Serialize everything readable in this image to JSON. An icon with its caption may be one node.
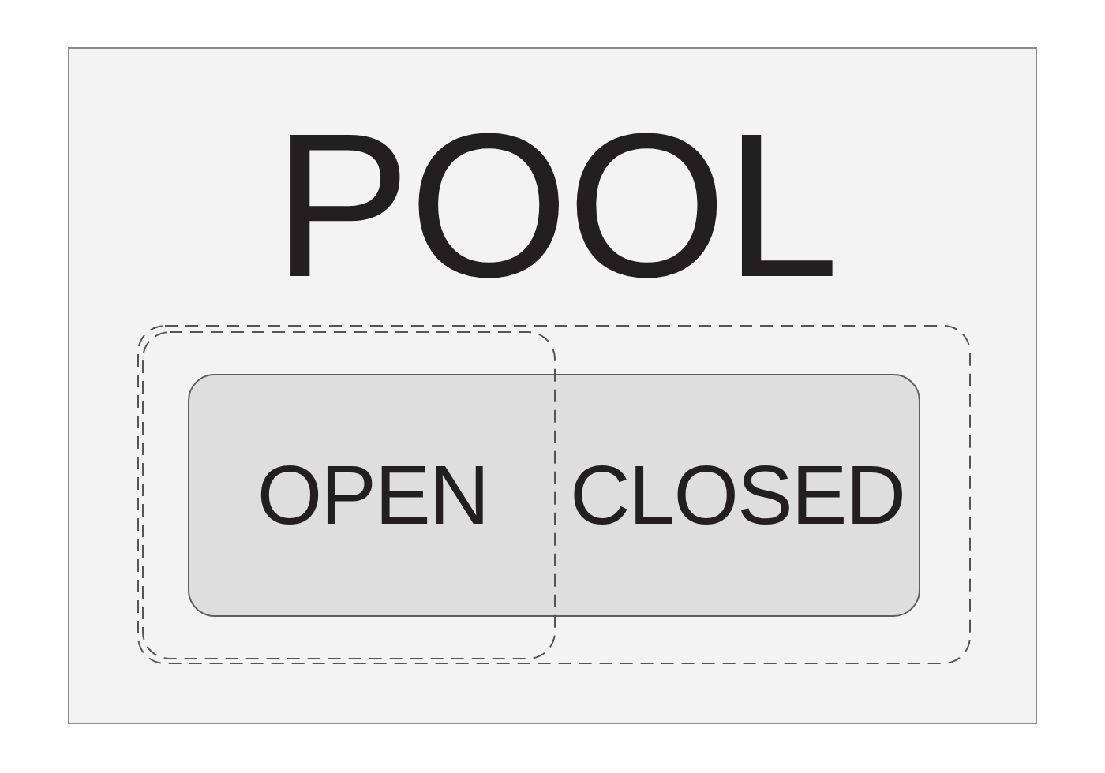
{
  "diagram": {
    "nodes": [
      {
        "text": [
          "POOL"
        ]
      },
      {
        "text": [
          "OPEN",
          "CLOSED"
        ],
        "in": 0
      }
    ]
  }
}
